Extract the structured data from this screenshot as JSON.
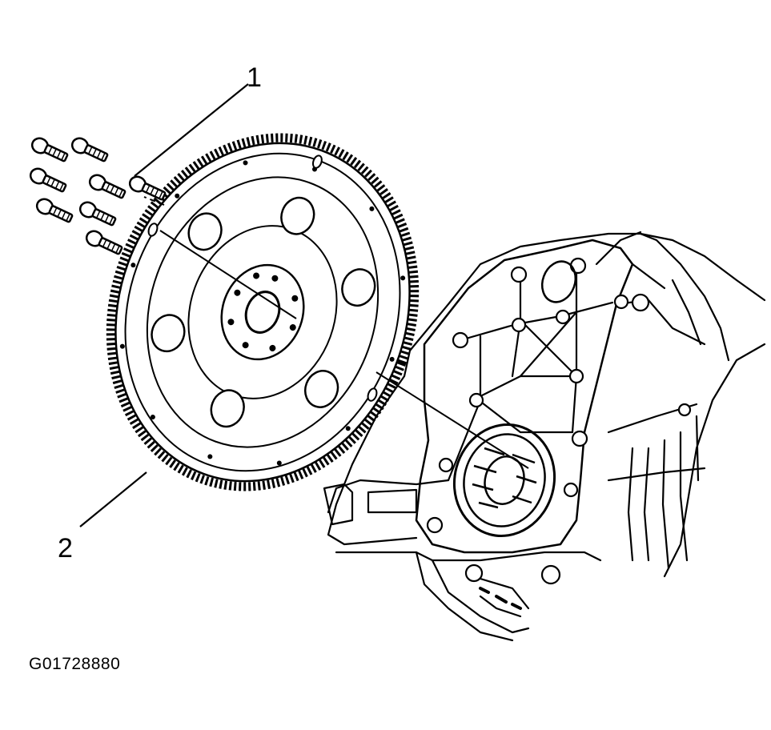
{
  "callouts": [
    {
      "label": "1"
    },
    {
      "label": "2"
    }
  ],
  "figure_id": "G01728880"
}
